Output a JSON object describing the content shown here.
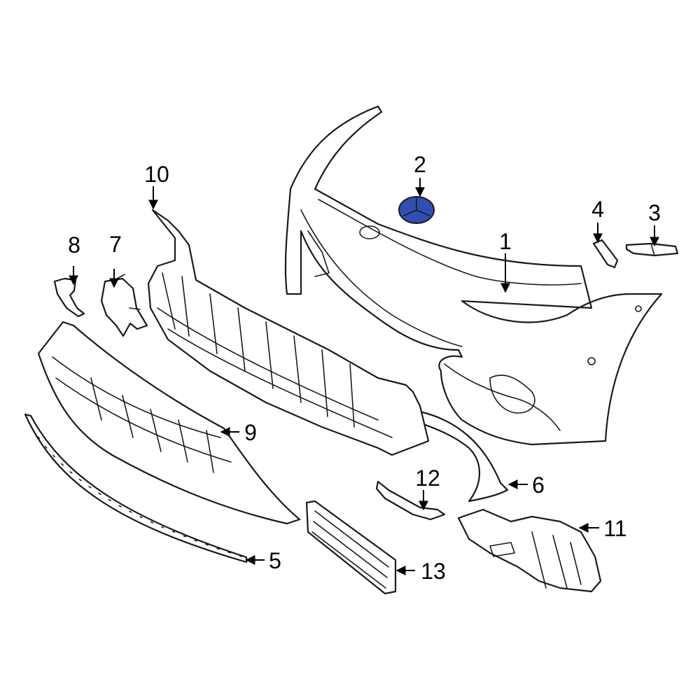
{
  "colors": {
    "highlight": "#2f4fb5",
    "line": "#1a1a1a",
    "background": "#ffffff"
  },
  "callouts": [
    "1",
    "2",
    "3",
    "4",
    "5",
    "6",
    "7",
    "8",
    "9",
    "10",
    "11",
    "12",
    "13"
  ],
  "highlighted_part": "2"
}
